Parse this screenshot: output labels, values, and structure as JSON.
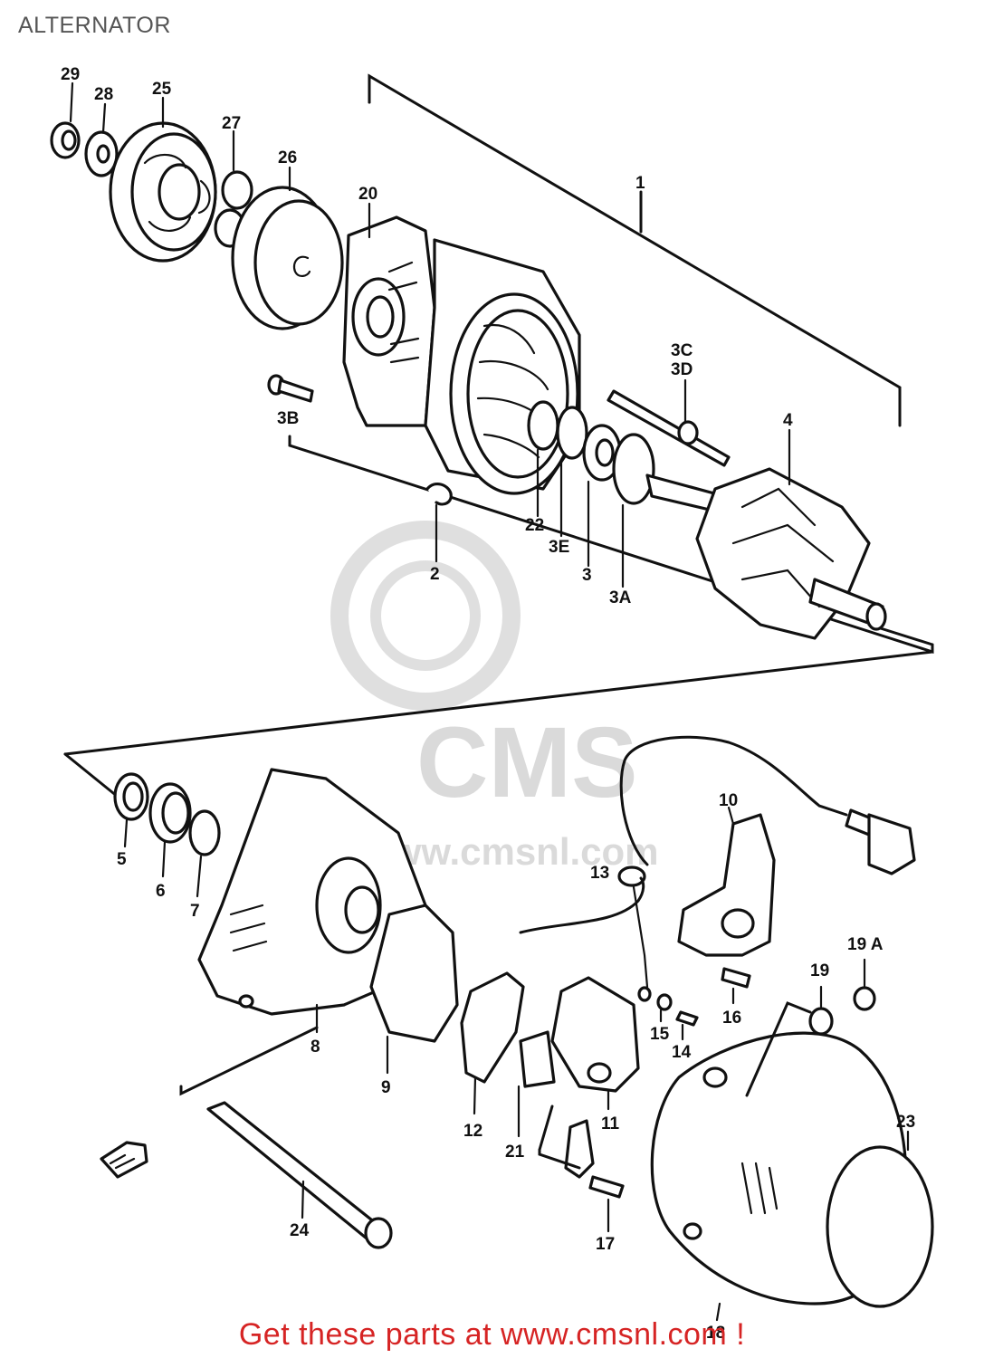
{
  "page": {
    "title": "ALTERNATOR"
  },
  "watermark": {
    "logo_text": "CMS",
    "site_text": "www.cmsnl.com"
  },
  "callouts": [
    "29",
    "28",
    "25",
    "27",
    "26",
    "20",
    "1",
    "3C",
    "3D",
    "4",
    "3B",
    "22",
    "3E",
    "3",
    "3A",
    "2",
    "5",
    "6",
    "7",
    "8",
    "9",
    "10",
    "13",
    "12",
    "21",
    "11",
    "15",
    "14",
    "16",
    "19",
    "19 A",
    "23",
    "24",
    "17",
    "18"
  ],
  "footer": {
    "cta": "Get these parts at www.cmsnl.com !"
  },
  "colors": {
    "title": "#555555",
    "cta": "#d62424",
    "line": "#111111",
    "watermark": "#d6d6d6"
  },
  "icons": {
    "direction_arrow": "fwd-arrow-icon"
  }
}
